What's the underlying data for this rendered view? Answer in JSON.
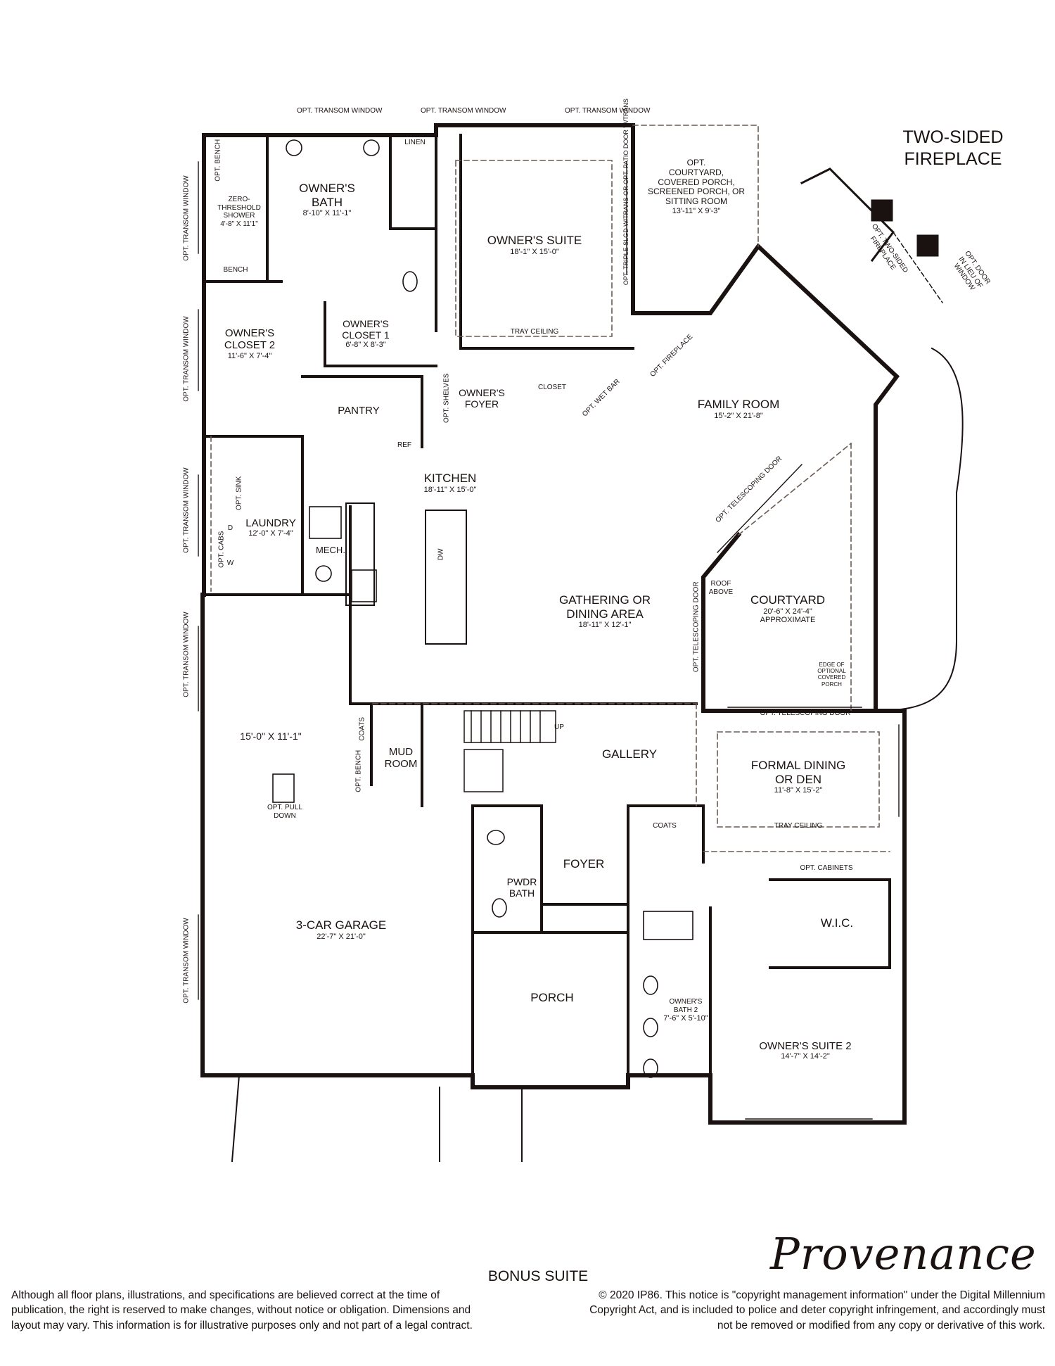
{
  "title_block": {
    "fireplace_title_1": "TWO-SIDED",
    "fireplace_title_2": "FIREPLACE",
    "plan_name": "BONUS SUITE",
    "brand": "Provenance"
  },
  "rooms": {
    "owners_bath": {
      "name_1": "OWNER'S",
      "name_2": "BATH",
      "dims": "8'-10\" x 11'-1\""
    },
    "owners_suite": {
      "name": "OWNER'S SUITE",
      "dims": "18'-1\" x 15'-0\"",
      "note": "TRAY CEILING"
    },
    "opt_courtyard": {
      "line_1": "OPT.",
      "line_2": "COURTYARD,",
      "line_3": "COVERED PORCH,",
      "line_4": "SCREENED PORCH, OR",
      "line_5": "SITTING ROOM",
      "dims": "13'-11\" x 9'-3\""
    },
    "shower": {
      "line_1": "ZERO-",
      "line_2": "THRESHOLD",
      "line_3": "SHOWER",
      "dims": "4'-8\" x 11'1\""
    },
    "owners_closet_2": {
      "name_1": "OWNER'S",
      "name_2": "CLOSET 2",
      "dims": "11'-6\" x 7'-4\""
    },
    "owners_closet_1": {
      "name_1": "OWNER'S",
      "name_2": "CLOSET 1",
      "dims": "6'-8\" x 8'-3\""
    },
    "pantry": {
      "name": "PANTRY"
    },
    "owners_foyer": {
      "name_1": "OWNER'S",
      "name_2": "FOYER"
    },
    "closet": {
      "name": "CLOSET"
    },
    "family_room": {
      "name": "FAMILY ROOM",
      "dims": "15'-2\" x 21'-8\""
    },
    "kitchen": {
      "name": "KITCHEN",
      "dims": "18'-11\" x 15'-0\""
    },
    "laundry": {
      "name": "LAUNDRY",
      "dims": "12'-0\" x 7'-4\""
    },
    "mech": {
      "name": "MECH."
    },
    "gathering": {
      "name_1": "GATHERING OR",
      "name_2": "DINING AREA",
      "dims": "18'-11\" x 12'-1\""
    },
    "courtyard": {
      "name": "COURTYARD",
      "dims": "20'-6\" x 24'-4\"",
      "note": "APPROXIMATE"
    },
    "garage_upper": {
      "dims": "15'-0\" x 11'-1\""
    },
    "garage": {
      "name": "3-CAR GARAGE",
      "dims": "22'-7\" x 21'-0\""
    },
    "mud_room": {
      "name_1": "MUD",
      "name_2": "ROOM"
    },
    "gallery": {
      "name": "GALLERY"
    },
    "formal_dining": {
      "name_1": "FORMAL DINING",
      "name_2": "OR DEN",
      "dims": "11'-8\" x 15'-2\"",
      "note": "TRAY CEILING"
    },
    "foyer": {
      "name": "FOYER"
    },
    "pwdr_bath": {
      "name_1": "PWDR",
      "name_2": "BATH"
    },
    "wic": {
      "name": "W.I.C."
    },
    "porch": {
      "name": "PORCH"
    },
    "owners_bath_2": {
      "name_1": "OWNER'S",
      "name_2": "BATH 2",
      "dims": "7'-6\" x 5'-10\""
    },
    "owners_suite_2": {
      "name": "OWNER'S SUITE 2",
      "dims": "14'-7\" x 14'-2\""
    }
  },
  "notes": {
    "transom_top": "OPT. TRANSOM WINDOW",
    "transom_side": "OPT. TRANSOM WINDOW",
    "linen": "LINEN",
    "opt_bench": "OPT. BENCH",
    "bench": "BENCH",
    "triple_sliding": "OPT. TRIPLE SLGD W/TRANS OR OPT. PATIO DOOR W/TRANS",
    "opt_fireplace": "OPT. FIREPLACE",
    "opt_two_sided_fireplace_1": "OPT. TWO-SIDED",
    "opt_two_sided_fireplace_2": "FIREPLACE",
    "opt_door_1": "OPT. DOOR",
    "opt_door_2": "IN LIEU OF",
    "opt_door_3": "WINDOW",
    "opt_shelves": "OPT. SHELVES",
    "ref": "REF",
    "opt_wet_bar": "OPT. WET BAR",
    "opt_sink": "OPT. SINK",
    "opt_cabs": "OPT. CABS",
    "dw": "DW",
    "d": "D",
    "w": "W",
    "telescoping_door": "OPT. TELESCOPING DOOR",
    "roof_above_1": "ROOF",
    "roof_above_2": "ABOVE",
    "edge_1": "EDGE OF",
    "edge_2": "OPTIONAL",
    "edge_3": "COVERED",
    "edge_4": "PORCH",
    "coats": "COATS",
    "up": "UP",
    "opt_pull_down_1": "OPT. PULL",
    "opt_pull_down_2": "DOWN",
    "opt_cabinets": "OPT. CABINETS"
  },
  "legal": {
    "disclaimer": "Although all floor plans, illustrations, and specifications are believed correct at the time of publication, the right is reserved to make changes, without notice or obligation. Dimensions and layout may vary. This information is for illustrative purposes only and not part of a legal contract.",
    "copyright": "© 2020 IP86. This notice is \"copyright management information\" under the Digital Millennium Copyright Act, and is included to police and deter copyright infringement, and accordingly must not be removed or modified from any copy or derivative of this work."
  },
  "colors": {
    "ink": "#1a1210",
    "paper": "#ffffff",
    "dashed": "#6b5a52"
  }
}
